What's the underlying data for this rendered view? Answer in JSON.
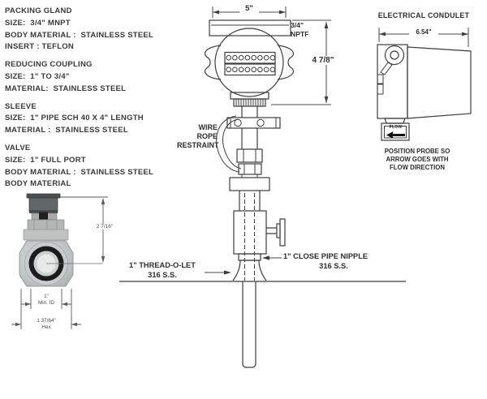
{
  "colors": {
    "line": "#3d3d3d",
    "text": "#2e2e2e",
    "valve_body_gray": "#c3c6c6",
    "valve_ring_dark": "#1c1c1c"
  },
  "spec_blocks": [
    {
      "title": "PACKING GLAND",
      "lines": [
        "SIZE:  3/4\" MNPT",
        "BODY MATERIAL :  STAINLESS STEEL",
        "INSERT : TEFLON"
      ]
    },
    {
      "title": "REDUCING COUPLING",
      "lines": [
        "SIZE:  1\" TO 3/4\"",
        "MATERIAL:  STAINLESS STEEL"
      ]
    },
    {
      "title": "SLEEVE",
      "lines": [
        "SIZE:  1\" PIPE SCH 40 X 4\" LENGTH",
        "MATERIAL :  STAINLESS STEEL"
      ]
    },
    {
      "title": "VALVE",
      "lines": [
        "SIZE:  1\" FULL PORT",
        "BODY MATERIAL :  STAINLESS STEEL",
        "BODY MATERIAL"
      ]
    }
  ],
  "head": {
    "width_dim": "5\"",
    "conduit_thread_size": "3/4\"",
    "conduit_thread_type": "NPTF",
    "height_dim": "4 7/8\""
  },
  "wire_rope_label": {
    "line1": "WIRE",
    "line2": "ROPE",
    "line3": "RESTRAINT"
  },
  "nipple_label": {
    "line1": "1\" CLOSE PIPE NIPPLE",
    "line2": "316 S.S."
  },
  "threadolet_label": {
    "line1": "1\" THREAD-O-LET",
    "line2": "316 S.S."
  },
  "condulet": {
    "title": "ELECTRICAL CONDULET",
    "width_dim": "6.54\"",
    "flow_label": "FLOW",
    "caption_line1": "POSITION PROBE SO",
    "caption_line2": "ARROW GOES WITH",
    "caption_line3": "FLOW DIRECTION"
  },
  "valve_view": {
    "height_dim": "2 7/16\"",
    "id_dim": "1\"",
    "id_label": "Min. ID",
    "hex_dim": "1 37/64\"",
    "hex_label": "Hex"
  }
}
